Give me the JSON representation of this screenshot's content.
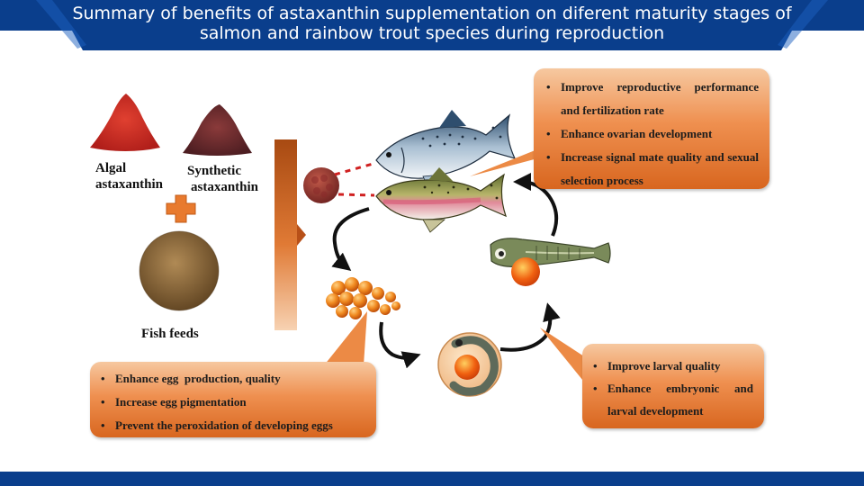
{
  "title": "Summary of benefits of astaxanthin supplementation on diferent maturity stages of salmon and rainbow trout species during reproduction",
  "colors": {
    "banner": "#0a3e8c",
    "box_top": "#f6c8a0",
    "box_bottom": "#d8661f",
    "arrow": "#111111"
  },
  "labels": {
    "algal": [
      "Algal",
      "astaxanthin"
    ],
    "synthetic": [
      "Synthetic",
      "astaxanthin"
    ],
    "feeds": "Fish feeds"
  },
  "boxes": {
    "reproduction": [
      "Improve reproductive performance and fertilization rate",
      "Enhance ovarian development",
      "Increase signal mate quality and sexual selection process"
    ],
    "eggs": [
      "Enhance egg  production, quality",
      "Increase egg pigmentation",
      "Prevent the peroxidation of developing eggs"
    ],
    "larvae": [
      "Improve larval quality",
      "Enhance   embryonic and larval development"
    ]
  }
}
